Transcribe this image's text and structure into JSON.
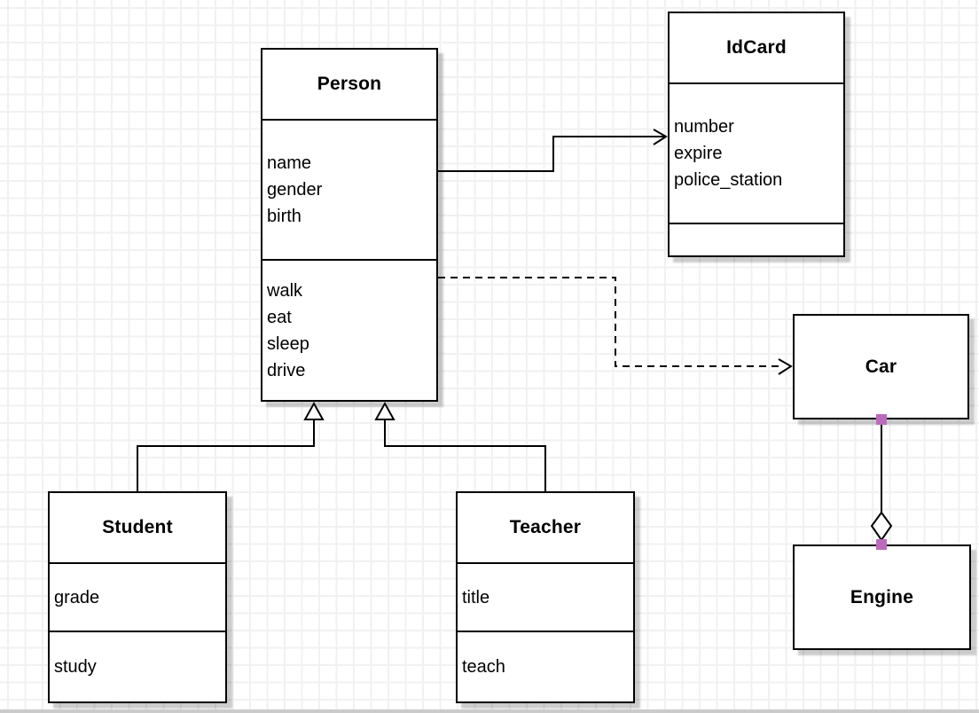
{
  "diagram": {
    "kind": "uml-class-diagram",
    "classes": {
      "person": {
        "name": "Person",
        "attributes": [
          "name",
          "gender",
          "birth"
        ],
        "methods": [
          "walk",
          "eat",
          "sleep",
          "drive"
        ]
      },
      "idcard": {
        "name": "IdCard",
        "attributes": [
          "number",
          "expire",
          "police_station"
        ],
        "methods": []
      },
      "car": {
        "name": "Car",
        "attributes": [],
        "methods": []
      },
      "engine": {
        "name": "Engine",
        "attributes": [],
        "methods": []
      },
      "student": {
        "name": "Student",
        "attributes": [
          "grade"
        ],
        "methods": [
          "study"
        ]
      },
      "teacher": {
        "name": "Teacher",
        "attributes": [
          "title"
        ],
        "methods": [
          "teach"
        ]
      }
    },
    "relationships": [
      {
        "from": "Person",
        "to": "IdCard",
        "type": "association",
        "line": "solid",
        "arrow": "open-arrow"
      },
      {
        "from": "Person",
        "to": "Car",
        "type": "dependency",
        "line": "dashed",
        "arrow": "open-arrow"
      },
      {
        "from": "Student",
        "to": "Person",
        "type": "generalization",
        "line": "solid",
        "arrow": "hollow-triangle"
      },
      {
        "from": "Teacher",
        "to": "Person",
        "type": "generalization",
        "line": "solid",
        "arrow": "hollow-triangle"
      },
      {
        "from": "Car",
        "to": "Engine",
        "type": "aggregation",
        "line": "solid",
        "arrow": "hollow-diamond"
      }
    ],
    "colors": {
      "node_border": "#000000",
      "node_fill": "#ffffff",
      "grid_line": "#f1f1f2",
      "connection_point": "#bc6abc",
      "shadow": "rgba(0,0,0,0.2)"
    }
  }
}
